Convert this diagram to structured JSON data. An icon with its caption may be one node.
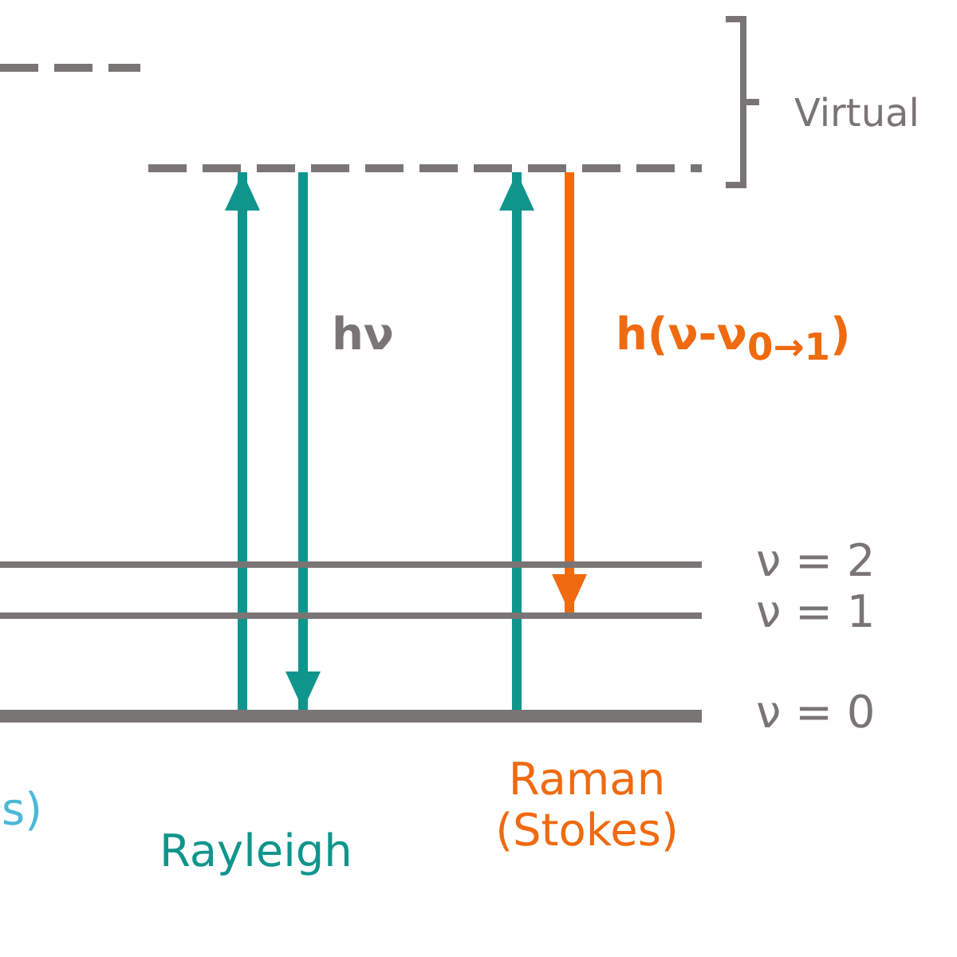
{
  "diagram": {
    "nodes": [
      {
        "text": [],
        "shape": "bar"
      },
      {
        "text": [],
        "shape": "bar"
      },
      {
        "text": [],
        "shape": "bar",
        "beside": [
          "ν = 2"
        ]
      },
      {
        "text": [],
        "shape": "bar",
        "beside": [
          "ν = 1"
        ]
      },
      {
        "text": [],
        "shape": "bar",
        "beside": [
          "ν = 0"
        ]
      }
    ],
    "edges": [
      {
        "from": 4,
        "to": 1,
        "arrow": "to"
      },
      {
        "from": 1,
        "to": 4,
        "arrow": "to",
        "label": "hν"
      },
      {
        "from": 4,
        "to": 1,
        "arrow": "to"
      },
      {
        "from": 1,
        "to": 3,
        "arrow": "to",
        "label": "h(ν-ν$_{0→1}$)",
        "color": "#f06a0f"
      }
    ],
    "labels": [
      "Virtual",
      "Raman (Stokes)",
      "s)",
      "Rayleigh"
    ]
  }
}
